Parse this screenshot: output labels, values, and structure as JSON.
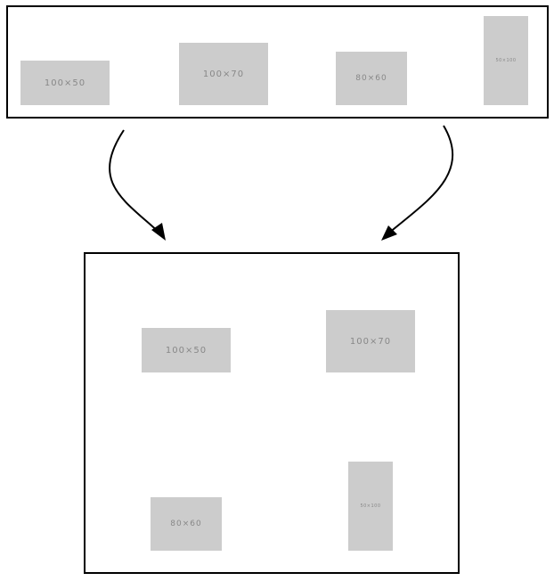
{
  "top_row": {
    "boxes": [
      {
        "label": "100×50"
      },
      {
        "label": "100×70"
      },
      {
        "label": "80×60"
      },
      {
        "label": "50×100"
      }
    ]
  },
  "arrangement": {
    "boxes": [
      {
        "label": "100×50"
      },
      {
        "label": "100×70"
      },
      {
        "label": "80×60"
      },
      {
        "label": "50×100"
      }
    ]
  },
  "colors": {
    "box_fill": "#cccccc",
    "box_text": "#888888",
    "border": "#000000",
    "arrow": "#000000"
  }
}
